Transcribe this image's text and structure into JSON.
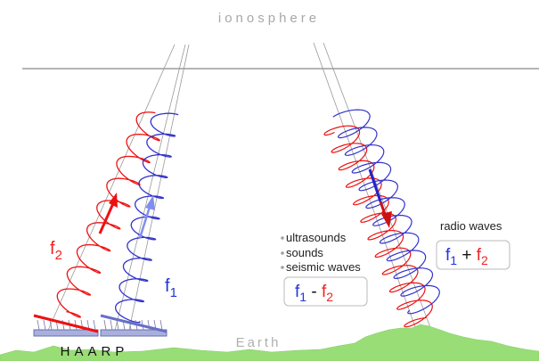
{
  "labels": {
    "ionosphere": "ionosphere",
    "earth": "Earth",
    "haarp": "HAARP",
    "f2_letter": "f",
    "f2_sub": "2",
    "f1_letter": "f",
    "f1_sub": "1",
    "radio_waves": "radio waves",
    "effects": [
      "ultrasounds",
      "sounds",
      "seismic waves"
    ],
    "diff_box": {
      "f1": "f",
      "f1_sub": "1",
      "op": " - ",
      "f2": "f",
      "f2_sub": "2"
    },
    "sum_box": {
      "f1": "f",
      "f1_sub": "1",
      "op": " + ",
      "f2": "f",
      "f2_sub": "2"
    }
  },
  "colors": {
    "f1_wave": "#3333cc",
    "f2_wave": "#ee1111",
    "f1_text": "#2233dd",
    "f2_text": "#ee2222",
    "ground": "#99dd77",
    "ionosphere_line": "#b5b5b5",
    "ray": "#999999",
    "antenna": "#aab0dd",
    "box_border": "#bbbbbb",
    "earth_label": "#b0b0b0",
    "ionosphere_label": "#a8a8a8",
    "effects_text": "#222222",
    "bullet": "#a0a0a0",
    "haarp_text": "#111111"
  }
}
